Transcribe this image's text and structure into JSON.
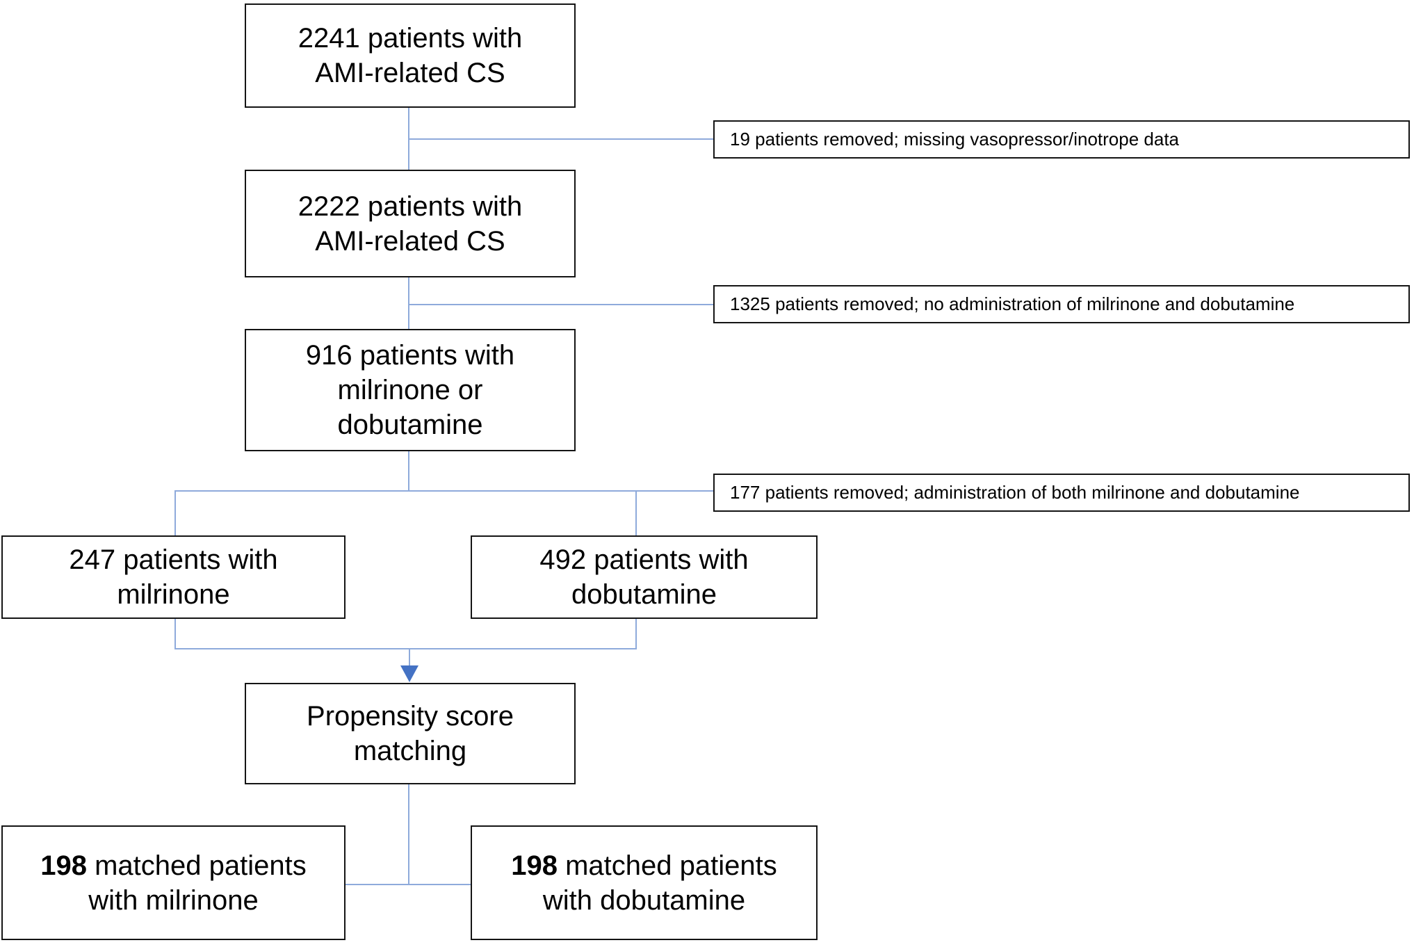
{
  "colors": {
    "connector": "#8EAADB",
    "arrow": "#4472C4",
    "box_border": "#141414",
    "text": "#000000",
    "background": "#FFFFFF"
  },
  "nodes": {
    "initial": {
      "text": "2241 patients with\nAMI-related CS"
    },
    "after_missing_data": {
      "text": "2222 patients with\nAMI-related CS"
    },
    "inotrope_cohort": {
      "text": "916 patients with\nmilrinone or\ndobutamine"
    },
    "milrinone": {
      "text": "247 patients with\nmilrinone"
    },
    "dobutamine": {
      "text": "492 patients with\ndobutamine"
    },
    "psm": {
      "text": "Propensity score\nmatching"
    },
    "matched_milrinone": {
      "count": "198",
      "rest_line1": " matched patients",
      "line2": "with milrinone"
    },
    "matched_dobutamine": {
      "count": "198",
      "rest_line1": " matched patients",
      "line2": "with dobutamine"
    }
  },
  "exclusions": {
    "missing_data": {
      "text": "19 patients removed; missing vasopressor/inotrope data"
    },
    "no_admin": {
      "text": "1325 patients removed; no administration of milrinone and dobutamine"
    },
    "both_admin": {
      "text": "177 patients removed; administration of both milrinone and dobutamine"
    }
  }
}
